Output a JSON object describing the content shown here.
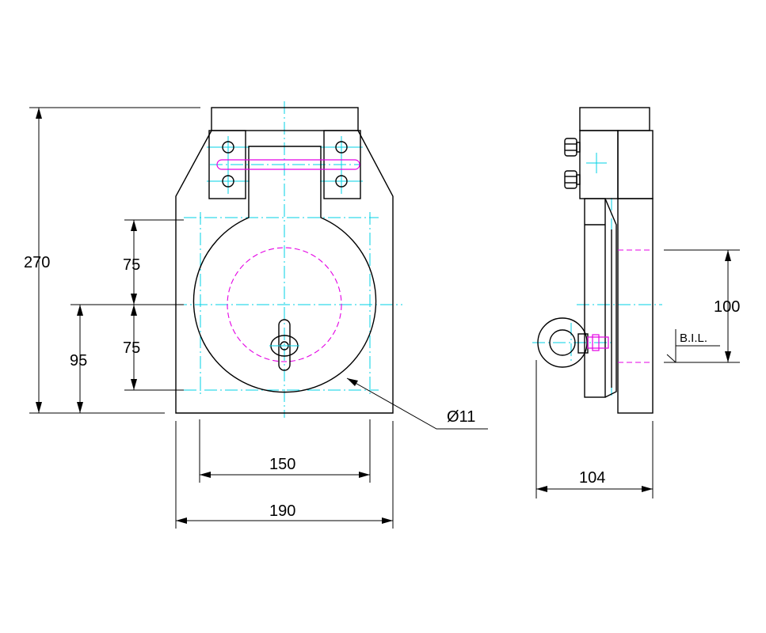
{
  "colors": {
    "outline": "#000000",
    "centerline": "#00d2e6",
    "hidden_line": "#e400e4",
    "background": "#ffffff"
  },
  "front_view": {
    "dimensions": {
      "overall_height": "270",
      "upper_offset": "75",
      "lower_offset": "75",
      "base_to_center": "95",
      "hole_diameter": "Ø11",
      "mounting_span": "150",
      "overall_width": "190"
    }
  },
  "side_view": {
    "dimensions": {
      "overall_depth": "104",
      "window_height": "100"
    },
    "labels": {
      "bil": "B.I.L."
    }
  }
}
